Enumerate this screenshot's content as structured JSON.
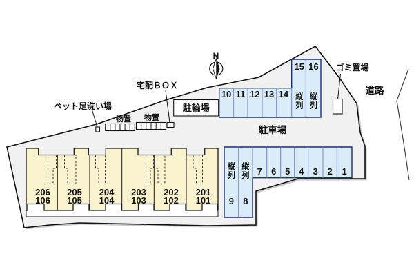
{
  "plan": {
    "north_label": "N",
    "annotations": {
      "pet_wash": "ペット足洗い場",
      "delivery_box": "宅配ＢＯＸ",
      "storage_left": "物置",
      "storage_right": "物置",
      "bicycle_parking": "駐輪場",
      "parking_lot": "駐車場",
      "garbage_area": "ゴミ置場",
      "road": "道路"
    },
    "tandem_label": {
      "char1": "縦",
      "char2": "列"
    },
    "parking_top": {
      "spaces": [
        "10",
        "11",
        "12",
        "13",
        "14"
      ],
      "tandem": [
        "15",
        "16"
      ]
    },
    "parking_bottom": {
      "tandem": [
        "9",
        "8"
      ],
      "spaces": [
        "7",
        "6",
        "5",
        "4",
        "3",
        "2",
        "1"
      ]
    },
    "building_units": [
      {
        "upper": "206",
        "lower": "106"
      },
      {
        "upper": "205",
        "lower": "105"
      },
      {
        "upper": "204",
        "lower": "104"
      },
      {
        "upper": "203",
        "lower": "103"
      },
      {
        "upper": "202",
        "lower": "102"
      },
      {
        "upper": "201",
        "lower": "101"
      }
    ],
    "colors": {
      "site_fill": "#f1f1f1",
      "building_fill": "#f9f3cd",
      "parking_fill": "#d9ecf8",
      "parking_outline": "#1c2d7e",
      "parking_divider": "#7284d2"
    }
  }
}
